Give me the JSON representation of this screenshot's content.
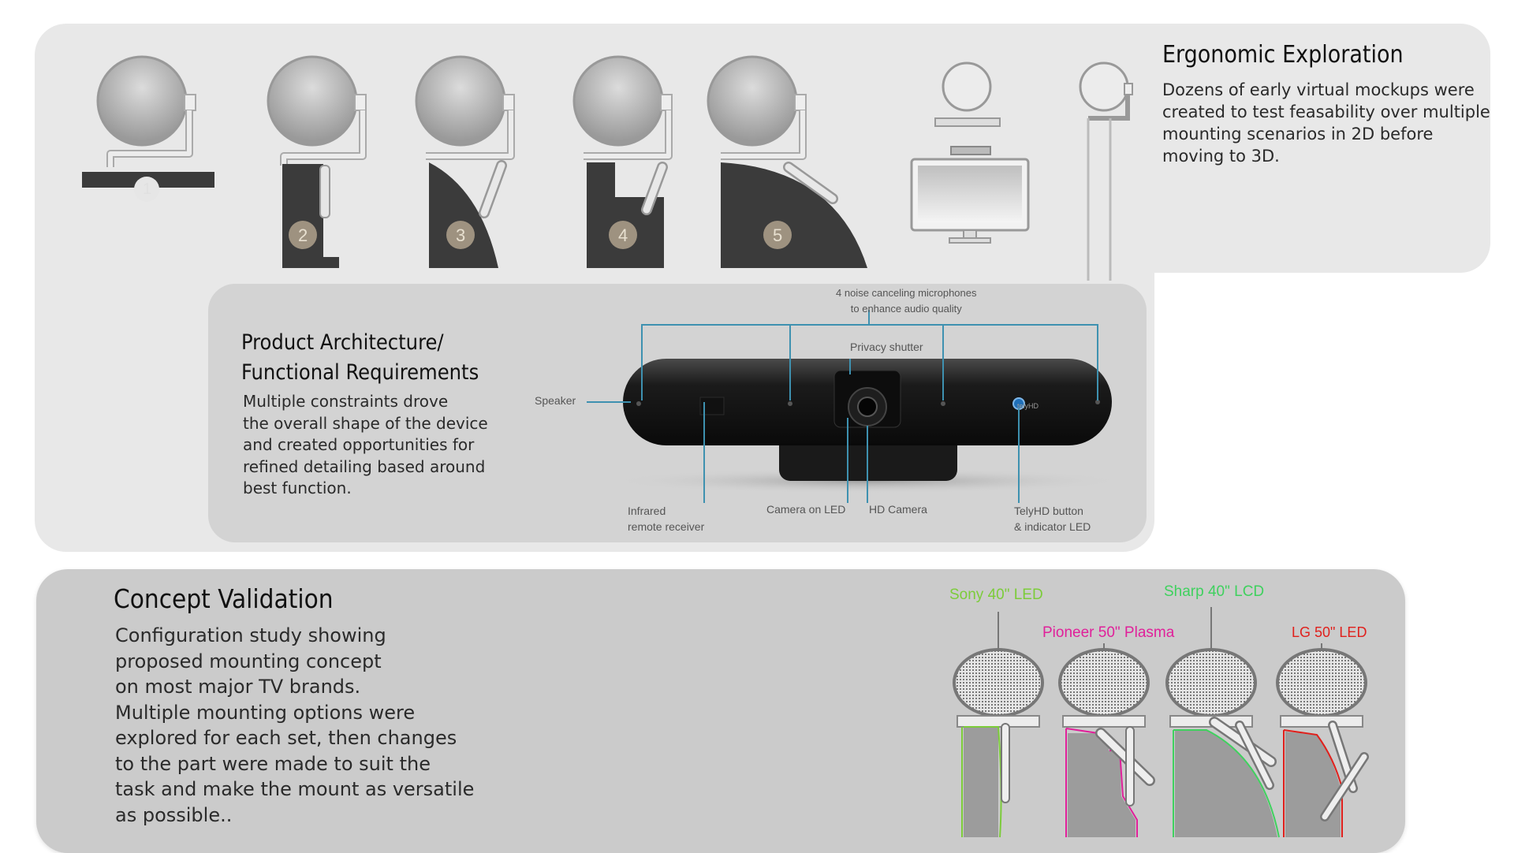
{
  "ergonomic": {
    "title": "Ergonomic Exploration",
    "body": [
      "Dozens of early virtual mockups were",
      "created to test feasability over multiple",
      "mounting scenarios in 2D before",
      "moving to 3D."
    ],
    "mockup_numbers": [
      "1",
      "2",
      "3",
      "4",
      "5"
    ]
  },
  "architecture": {
    "title_line1": "Product Architecture/",
    "title_line2": "Functional Requirements",
    "body": [
      "Multiple constraints drove",
      "the overall shape of the device",
      "and created opportunities for",
      "refined detailing based around",
      "best function."
    ],
    "callouts": {
      "microphones_line1": "4 noise canceling microphones",
      "microphones_line2": "to enhance audio quality",
      "privacy_shutter": "Privacy shutter",
      "speaker": "Speaker",
      "infrared_line1": "Infrared",
      "infrared_line2": "remote receiver",
      "camera_led": "Camera on LED",
      "hd_camera": "HD Camera",
      "telyhd_line1": "TelyHD button",
      "telyhd_line2": "& indicator LED"
    },
    "device_logo": "telyHD"
  },
  "validation": {
    "title": "Concept Validation",
    "body": [
      "Configuration study showing",
      "proposed mounting concept",
      "on most major TV brands.",
      "Multiple mounting options were",
      "explored for each set, then changes",
      "to the part were made to suit the",
      "task and make the mount as versatile",
      "as possible.."
    ],
    "tv_labels": {
      "sony": "Sony 40\" LED",
      "pioneer": "Pioneer 50\" Plasma",
      "sharp": "Sharp 40\" LCD",
      "lg": "LG 50\" LED"
    },
    "colors": {
      "sony": "#7ccc3a",
      "pioneer": "#e0209a",
      "sharp": "#3fd15e",
      "lg": "#e0201c"
    }
  }
}
